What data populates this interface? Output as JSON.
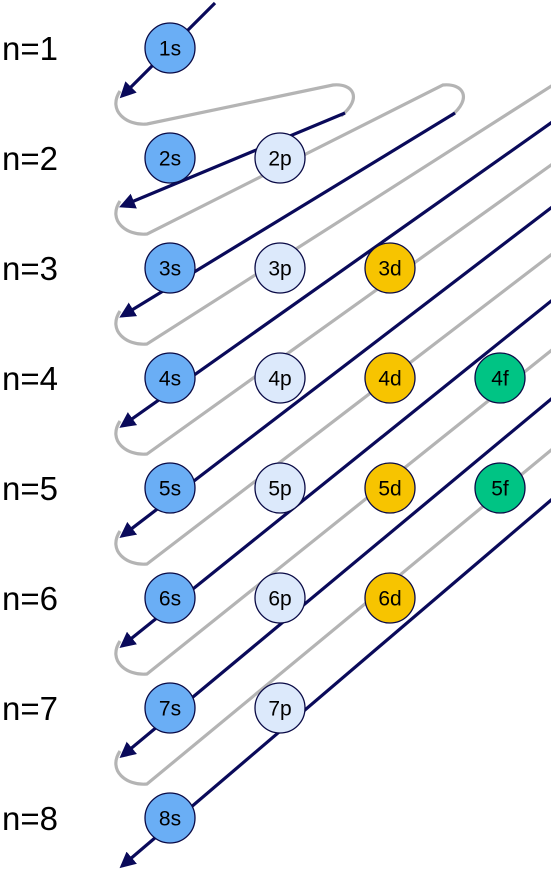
{
  "colors": {
    "s": "#6aaef5",
    "p": "#dce9fb",
    "d": "#f7c400",
    "f": "#00c484",
    "arrow_line": "#0a0a5a",
    "connector": "#b4b4b4"
  },
  "rows": [
    {
      "label": "n=1",
      "orbitals": [
        "1s"
      ]
    },
    {
      "label": "n=2",
      "orbitals": [
        "2s",
        "2p"
      ]
    },
    {
      "label": "n=3",
      "orbitals": [
        "3s",
        "3p",
        "3d"
      ]
    },
    {
      "label": "n=4",
      "orbitals": [
        "4s",
        "4p",
        "4d",
        "4f"
      ]
    },
    {
      "label": "n=5",
      "orbitals": [
        "5s",
        "5p",
        "5d",
        "5f"
      ]
    },
    {
      "label": "n=6",
      "orbitals": [
        "6s",
        "6p",
        "6d"
      ]
    },
    {
      "label": "n=7",
      "orbitals": [
        "7s",
        "7p"
      ]
    },
    {
      "label": "n=8",
      "orbitals": [
        "8s"
      ]
    }
  ]
}
